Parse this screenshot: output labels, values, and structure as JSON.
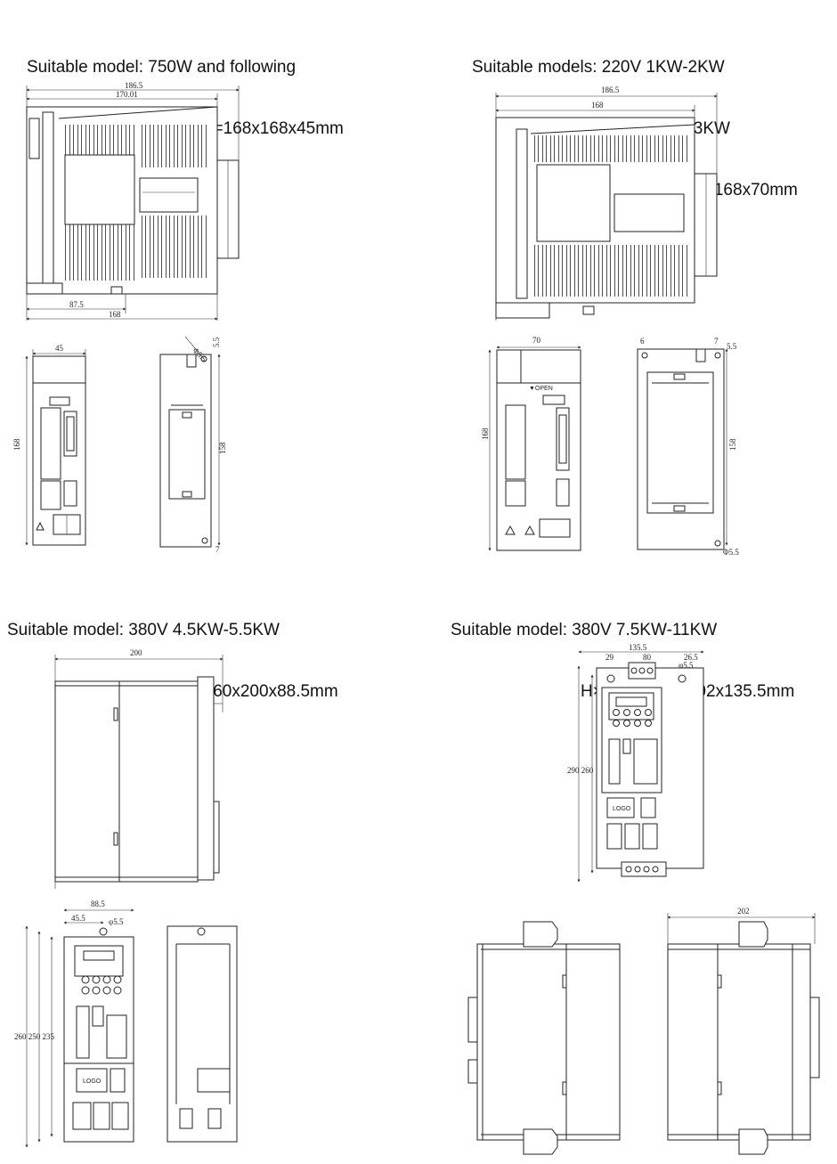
{
  "headers": [
    {
      "line1": "Suitable model: 750W and following",
      "line2": "H×D×W=168x168x45mm",
      "line3": ""
    },
    {
      "line1": "Suitable models: 220V 1KW-2KW",
      "line2": "380V 2KW-3KW",
      "line3": "H×D×W=168x168x70mm"
    },
    {
      "line1": "Suitable model: 380V 4.5KW-5.5KW",
      "line2": "H×D×W=260x200x88.5mm",
      "line3": ""
    },
    {
      "line1": "Suitable model: 380V 7.5KW-11KW",
      "line2": "H×D×W=290x202x135.5mm",
      "line3": ""
    }
  ],
  "dims": {
    "q1_top_a": "186.5",
    "q1_top_b": "170.01",
    "q1_bot_a": "87.5",
    "q1_bot_b": "168",
    "q1_w": "45",
    "q1_h": "168",
    "q1_r_h": "158",
    "q1_r_5": "5.5",
    "q1_r_phi": "Φ5.5",
    "q1_r_7": "7",
    "q2_top_a": "186.5",
    "q2_top_b": "168",
    "q2_w": "70",
    "q2_h": "168",
    "q2_r_h": "158",
    "q2_r_6": "6",
    "q2_r_7": "7",
    "q2_r_5": "5.5",
    "q2_r_phi": "Φ5.5",
    "q3_d": "200",
    "q3_w": "88.5",
    "q3_w2": "45.5",
    "q3_phi": "φ5.5",
    "q3_h": "260 250 235",
    "q4_w": "135.5",
    "q4_a": "29",
    "q4_b": "80",
    "q4_c": "26.5",
    "q4_phi": "φ5.5",
    "q4_h": "290 260",
    "q4_d": "202"
  },
  "labels": {
    "open": "▼OPEN",
    "logo": "LOGO"
  }
}
